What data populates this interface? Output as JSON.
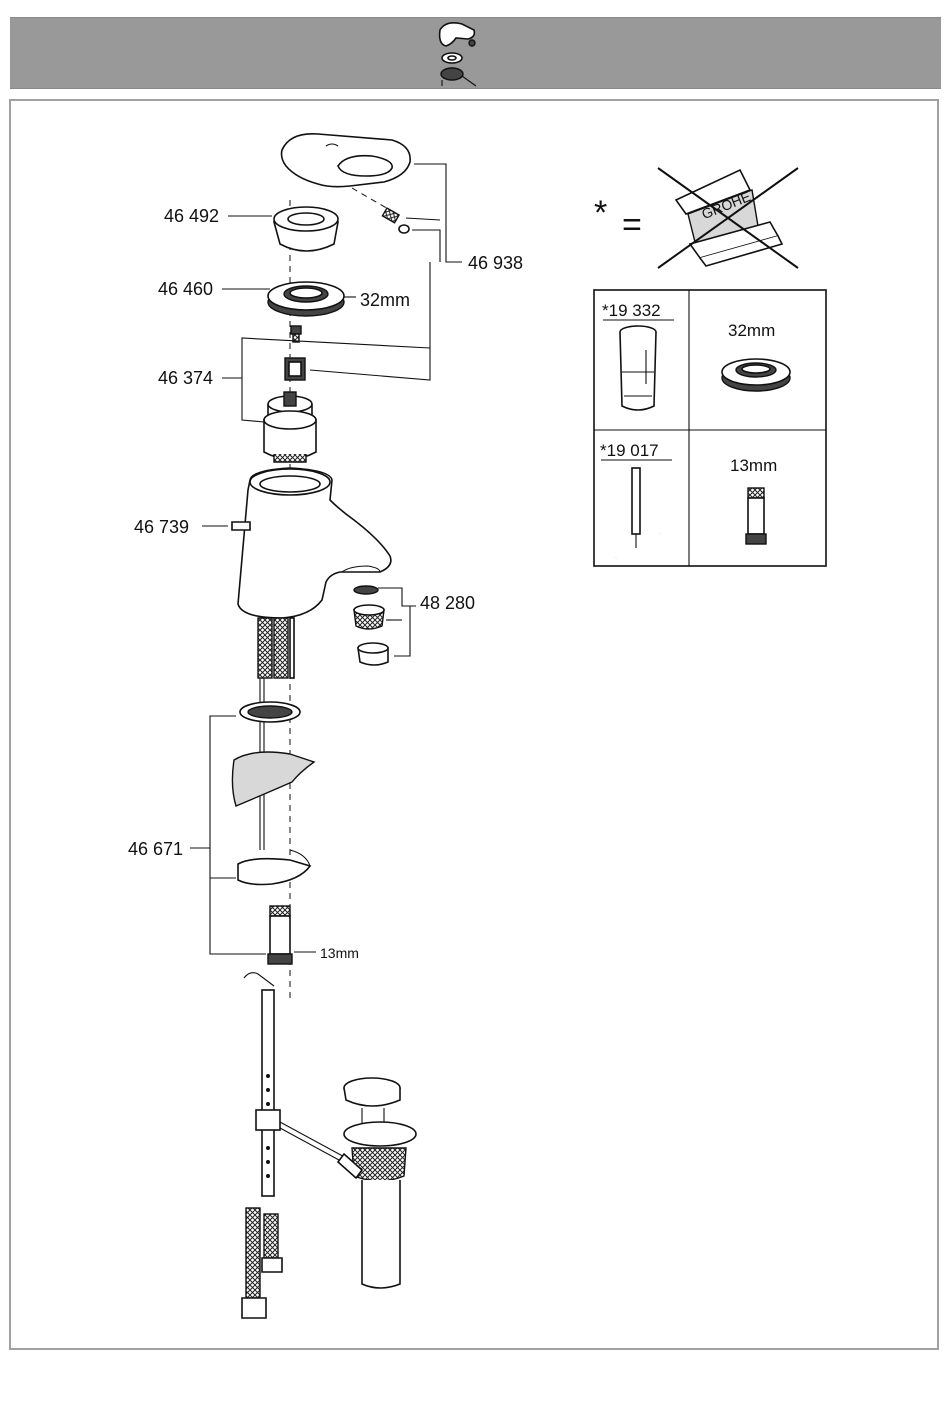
{
  "labels": {
    "rosette": "46 492",
    "nut": "46 460",
    "nut_size": "32mm",
    "cartridge": "46 374",
    "body": "46 739",
    "handle_set": "46 938",
    "aerator": "48 280",
    "mount_set": "46 671",
    "mount_size": "13mm"
  },
  "legend": {
    "asterisk": "*",
    "equals": "=",
    "brand": "GROHE"
  },
  "tool_table": {
    "rows": [
      {
        "part_no": "*19 332",
        "size": "32mm"
      },
      {
        "part_no": "*19 017",
        "size": "13mm"
      }
    ]
  },
  "icons": [
    "handle-replacement-icon",
    "crossed-tool-box-icon"
  ]
}
